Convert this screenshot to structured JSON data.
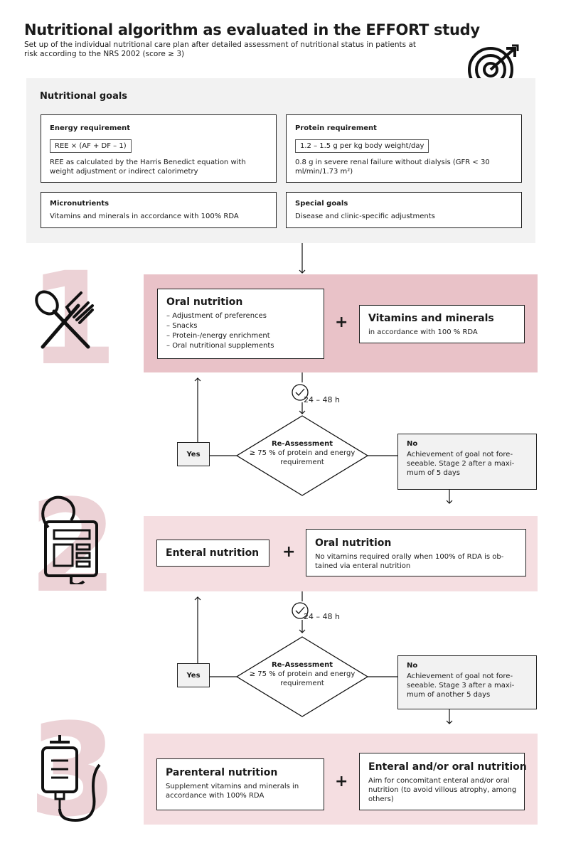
{
  "header": {
    "title": "Nutritional algorithm as evaluated in the EFFORT study",
    "subtitle": "Set up of the individual nutritional care plan after detailed assessment of nutritional status in patients at risk according to the NRS 2002 (score ≥ 3)"
  },
  "goals": {
    "heading": "Nutritional goals",
    "energy": {
      "label": "Energy requirement",
      "formula": "REE × (AF + DF – 1)",
      "text": "REE as calculated by the Harris Benedict equation with weight adjustment or indirect calorimetry"
    },
    "protein": {
      "label": "Protein requirement",
      "formula": "1.2 – 1.5 g per kg body weight/day",
      "text": "0.8 g in severe renal failure without dialysis (GFR < 30 ml/min/1.73 m²)"
    },
    "micro": {
      "label": "Micronutrients",
      "text": "Vitamins and minerals in accordance with 100% RDA"
    },
    "special": {
      "label": "Special goals",
      "text": "Disease and clinic-specific adjustments"
    }
  },
  "stage1": {
    "number": "1",
    "oral": {
      "title": "Oral nutrition",
      "items": [
        "Adjustment of preferences",
        "Snacks",
        "Protein-/energy enrichment",
        "Oral nutritional supplements"
      ]
    },
    "plus": "+",
    "vitamins": {
      "title": "Vitamins and minerals",
      "text": "in accordance with 100 % RDA"
    }
  },
  "assessment1": {
    "time": "24 – 48 h",
    "title": "Re-Assessment",
    "text": "≥ 75 % of protein and energy requirement",
    "yes": "Yes",
    "no_title": "No",
    "no_text": "Achievement of goal not fore-seeable. Stage 2 after a maxi-mum of 5 days"
  },
  "stage2": {
    "number": "2",
    "enteral": {
      "title": "Enteral nutrition"
    },
    "plus": "+",
    "oral": {
      "title": "Oral nutrition",
      "text": "No vitamins required orally when 100% of RDA is ob-tained via enteral nutrition"
    }
  },
  "assessment2": {
    "time": "24 – 48 h",
    "title": "Re-Assessment",
    "text": "≥ 75 % of protein and energy requirement",
    "yes": "Yes",
    "no_title": "No",
    "no_text": "Achievement of goal not fore-seeable. Stage 3 after a maxi-mum of another 5 days"
  },
  "stage3": {
    "number": "3",
    "parenteral": {
      "title": "Parenteral nutrition",
      "text": "Supplement vitamins and minerals in accordance with 100% RDA"
    },
    "plus": "+",
    "enteral_oral": {
      "title": "Enteral and/or oral nutrition",
      "text": "Aim for concomitant enteral and/or oral nutrition (to avoid villous atrophy, among others)"
    }
  },
  "icons": {
    "target": "target-arrow-icon",
    "cutlery": "spoon-fork-icon",
    "pump": "feeding-pump-icon",
    "iv": "iv-bag-icon",
    "clock": "clock-check-icon"
  },
  "colors": {
    "stage1_bg": "#e9c2c8",
    "stage_light_bg": "#f5dee1",
    "number_tint": "#ecd2d6",
    "goals_bg": "#f2f2f2"
  }
}
